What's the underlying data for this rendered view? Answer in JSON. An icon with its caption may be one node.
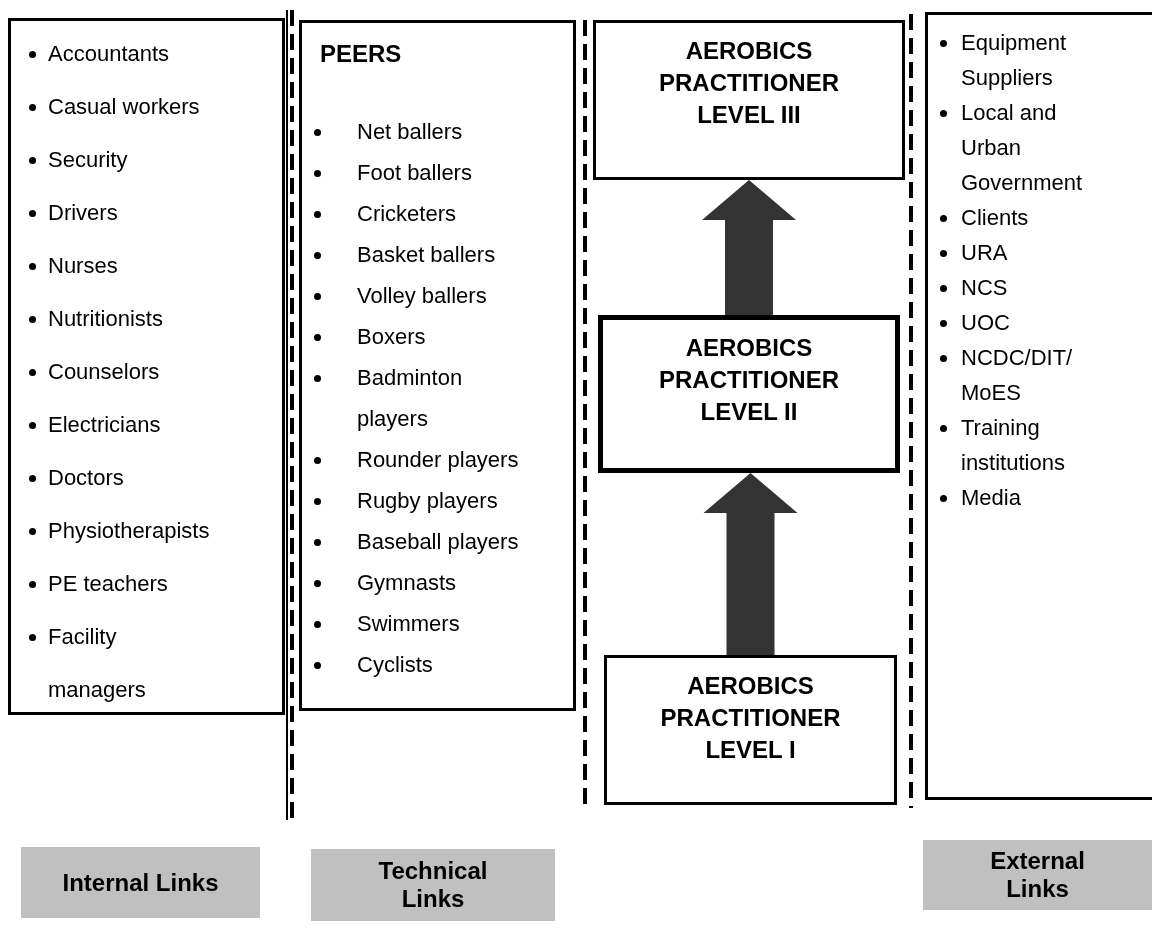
{
  "diagram": {
    "nodes": [
      {
        "text": [
          "Accountants",
          "Casual workers",
          "Security",
          "Drivers",
          "Nurses",
          "Nutritionists",
          "Counselors",
          "Electricians",
          "Doctors",
          "Physiotherapists",
          "PE teachers",
          "Facility managers"
        ]
      },
      {
        "text": [
          "PEERS",
          "Net ballers",
          "Foot ballers",
          "Cricketers",
          "Basket ballers",
          "Volley ballers",
          "Boxers",
          "Badminton players",
          "Rounder players",
          "Rugby players",
          "Baseball players",
          "Gymnasts",
          "Swimmers",
          "Cyclists"
        ]
      },
      {
        "text": [
          "AEROBICS PRACTITIONER LEVEL III"
        ]
      },
      {
        "text": [
          "AEROBICS PRACTITIONER LEVEL II"
        ]
      },
      {
        "text": [
          "AEROBICS PRACTITIONER LEVEL I"
        ]
      },
      {
        "text": [
          "Equipment Suppliers",
          "Local and Urban Government",
          "Clients",
          "URA",
          "NCS",
          "UOC",
          "NCDC/DIT/ MoES",
          "Training institutions",
          "Media"
        ]
      },
      {
        "text": [
          "Internal Links"
        ]
      },
      {
        "text": [
          "Technical Links"
        ]
      },
      {
        "text": [
          "External Links"
        ]
      }
    ],
    "edges": [
      {
        "from": 4,
        "to": 3,
        "arrow": "to",
        "style": "thick",
        "color": "#333333"
      },
      {
        "from": 3,
        "to": 2,
        "arrow": "to",
        "style": "thick",
        "color": "#333333"
      }
    ]
  }
}
